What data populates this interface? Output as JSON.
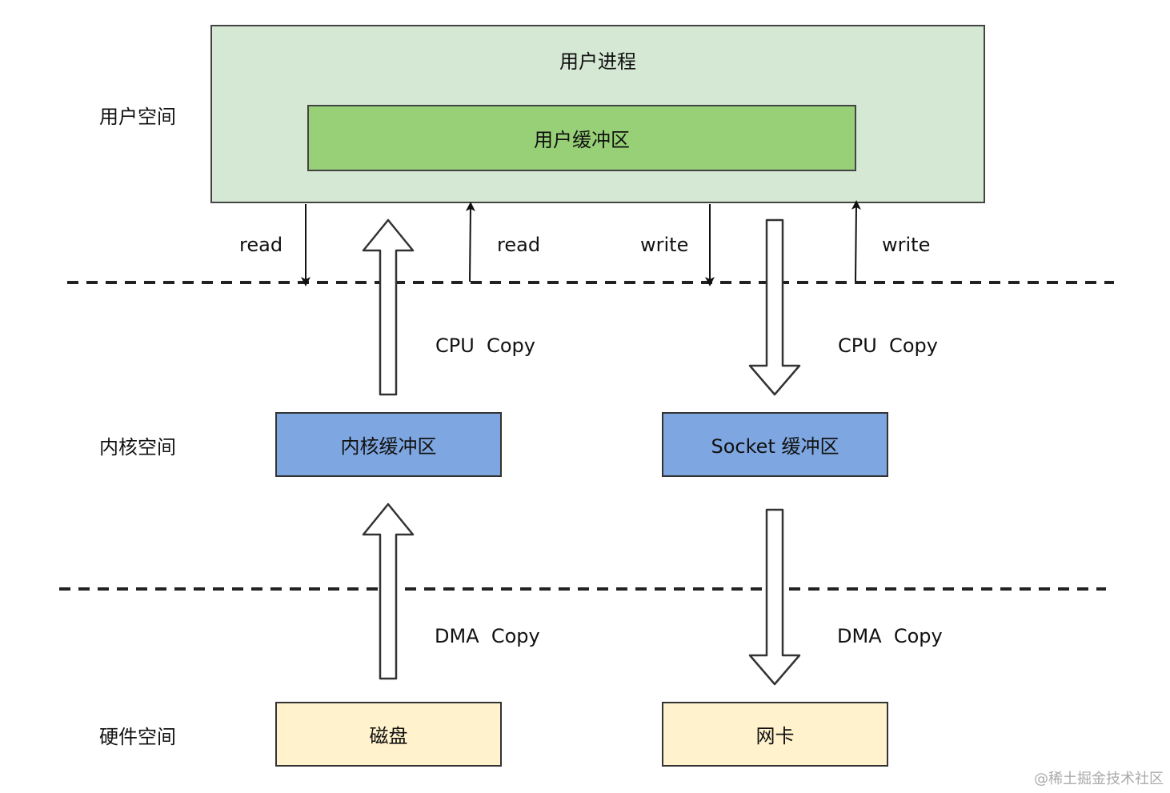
{
  "regions": {
    "user_space": "用户空间",
    "kernel_space": "内核空间",
    "hardware_space": "硬件空间"
  },
  "boxes": {
    "user_process": "用户进程",
    "user_buffer": "用户缓冲区",
    "kernel_buffer": "内核缓冲区",
    "socket_buffer": "Socket 缓冲区",
    "disk": "磁盘",
    "nic": "网卡"
  },
  "labels": {
    "read_call": "read",
    "read_return": "read",
    "write_call": "write",
    "write_return": "write",
    "cpu_copy_left": "CPU  Copy",
    "cpu_copy_right": "CPU  Copy",
    "dma_copy_left": "DMA  Copy",
    "dma_copy_right": "DMA  Copy"
  },
  "watermark": "@稀土掘金技术社区",
  "colors": {
    "user_process_fill": "#d5e8d4",
    "user_buffer_fill": "#97d077",
    "kernel_buffer_fill": "#7ea6e0",
    "hardware_fill": "#fff2cc"
  }
}
